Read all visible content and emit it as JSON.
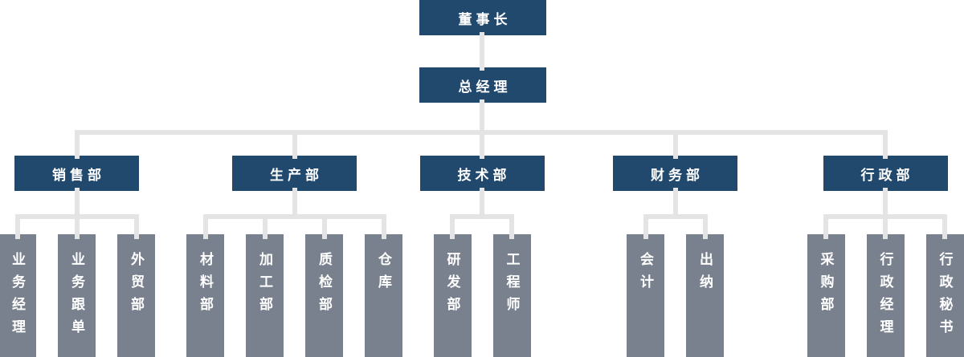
{
  "org_chart": {
    "root": "董事长",
    "executive": "总经理",
    "departments": [
      {
        "label": "销售部",
        "children": [
          "业务经理",
          "业务跟单",
          "外贸部"
        ]
      },
      {
        "label": "生产部",
        "children": [
          "材料部",
          "加工部",
          "质检部",
          "仓库"
        ]
      },
      {
        "label": "技术部",
        "children": [
          "研发部",
          "工程师"
        ]
      },
      {
        "label": "财务部",
        "children": [
          "会计",
          "出纳"
        ]
      },
      {
        "label": "行政部",
        "children": [
          "采购部",
          "行政经理",
          "行政秘书"
        ]
      }
    ]
  },
  "colors": {
    "primary_node": "#21496e",
    "secondary_node": "#7a818e",
    "connector": "#e4e4e4",
    "node_text": "#ffffff",
    "background": "#ffffff"
  }
}
